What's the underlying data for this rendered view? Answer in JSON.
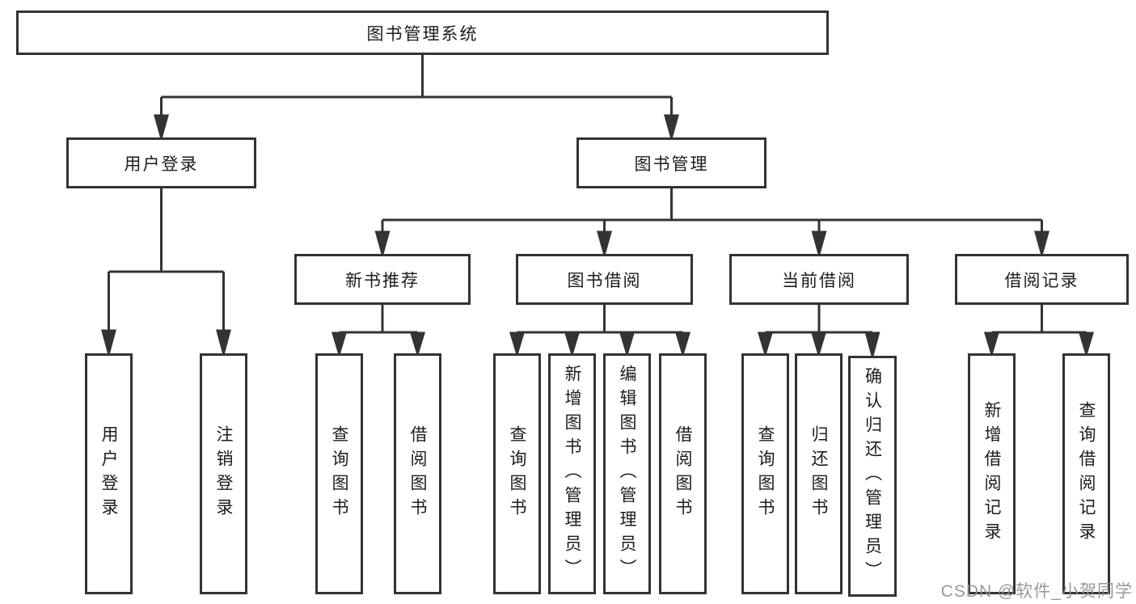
{
  "diagram": {
    "root": {
      "label": "图书管理系统"
    },
    "level2": [
      {
        "label": "用户登录"
      },
      {
        "label": "图书管理"
      }
    ],
    "level3": [
      {
        "label": "新书推荐"
      },
      {
        "label": "图书借阅"
      },
      {
        "label": "当前借阅"
      },
      {
        "label": "借阅记录"
      }
    ],
    "leaves": [
      {
        "label": "用户登录"
      },
      {
        "label": "注销登录"
      },
      {
        "label": "查询图书"
      },
      {
        "label": "借阅图书"
      },
      {
        "label": "查询图书"
      },
      {
        "label": "新增图书（管理员）"
      },
      {
        "label": "编辑图书（管理员）"
      },
      {
        "label": "借阅图书"
      },
      {
        "label": "查询图书"
      },
      {
        "label": "归还图书"
      },
      {
        "label": "确认归还（管理员）"
      },
      {
        "label": "新增借阅记录"
      },
      {
        "label": "查询借阅记录"
      }
    ]
  },
  "watermark": "CSDN @软件_小贺同学",
  "colors": {
    "line": "#333333",
    "box_border": "#333333",
    "text": "#1c1c1c",
    "watermark": "#8e8e8e",
    "background": "#ffffff"
  }
}
